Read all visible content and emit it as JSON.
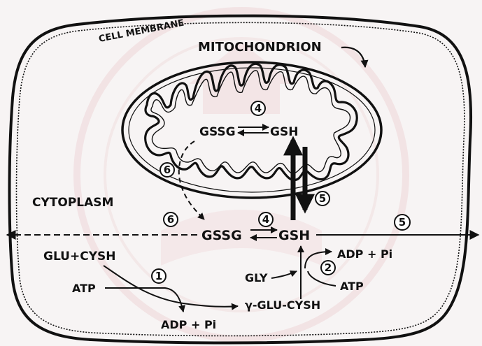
{
  "labels": {
    "cell_membrane": "CELL MEMBRANE",
    "mitochondrion": "MITOCHONDRION",
    "cytoplasm": "CYTOPLASM"
  },
  "mito": {
    "gssg": "GSSG",
    "gsh": "GSH",
    "step4": "4",
    "step6": "6",
    "step5": "5"
  },
  "cyto": {
    "gssg": "GSSG",
    "gsh": "GSH",
    "step6": "6",
    "step4": "4",
    "step5": "5",
    "glu_cysh": "GLU+CYSH",
    "step1": "1",
    "atp1": "ATP",
    "adp_pi_1": "ADP + Pi",
    "gamma_glu_cysh": "γ-GLU-CYSH",
    "gly": "GLY",
    "step2": "2",
    "adp_pi_2": "ADP + Pi",
    "atp2": "ATP"
  },
  "colors": {
    "ink": "#111111",
    "background": "#f7f4f4"
  }
}
